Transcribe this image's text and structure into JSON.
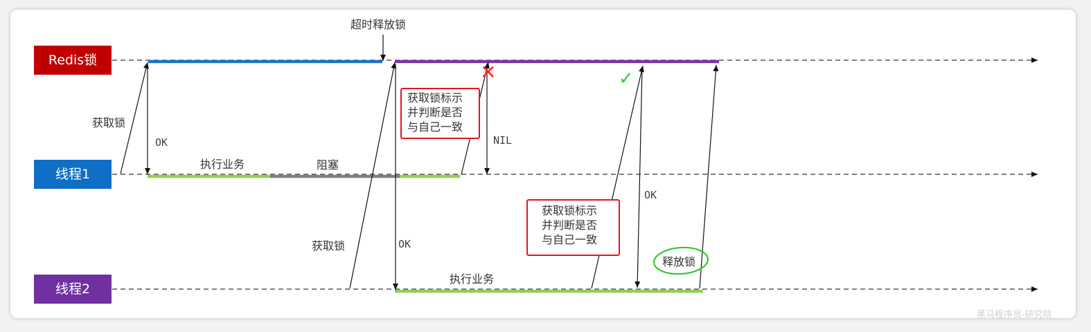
{
  "lanes": {
    "redis": {
      "label": "Redis锁",
      "color": "#c00000"
    },
    "thread1": {
      "label": "线程1",
      "color": "#0f6fc6"
    },
    "thread2": {
      "label": "线程2",
      "color": "#7030a0"
    }
  },
  "labels": {
    "timeout_release": "超时释放锁",
    "acquire_lock_1": "获取锁",
    "ok_1": "OK",
    "execute_1": "执行业务",
    "blocked": "阻塞",
    "nil": "NIL",
    "acquire_lock_2": "获取锁",
    "ok_2": "OK",
    "execute_2": "执行业务",
    "ok_3": "OK",
    "release_lock": "释放锁"
  },
  "notes": {
    "check_1": [
      "获取锁标示",
      "并判断是否",
      "与自己一致"
    ],
    "check_2": [
      "获取锁标示",
      "并判断是否",
      "与自己一致"
    ]
  },
  "marks": {
    "cross": "✕",
    "check": "✓"
  },
  "colors": {
    "lock_thread1": "#1a73c8",
    "lock_thread2": "#7a35a8",
    "business": "#92d050",
    "blocked": "#808080",
    "note_border": "#e0161c",
    "release_circle": "#2ecc2e"
  },
  "watermark": "黑马程序员-研究院"
}
